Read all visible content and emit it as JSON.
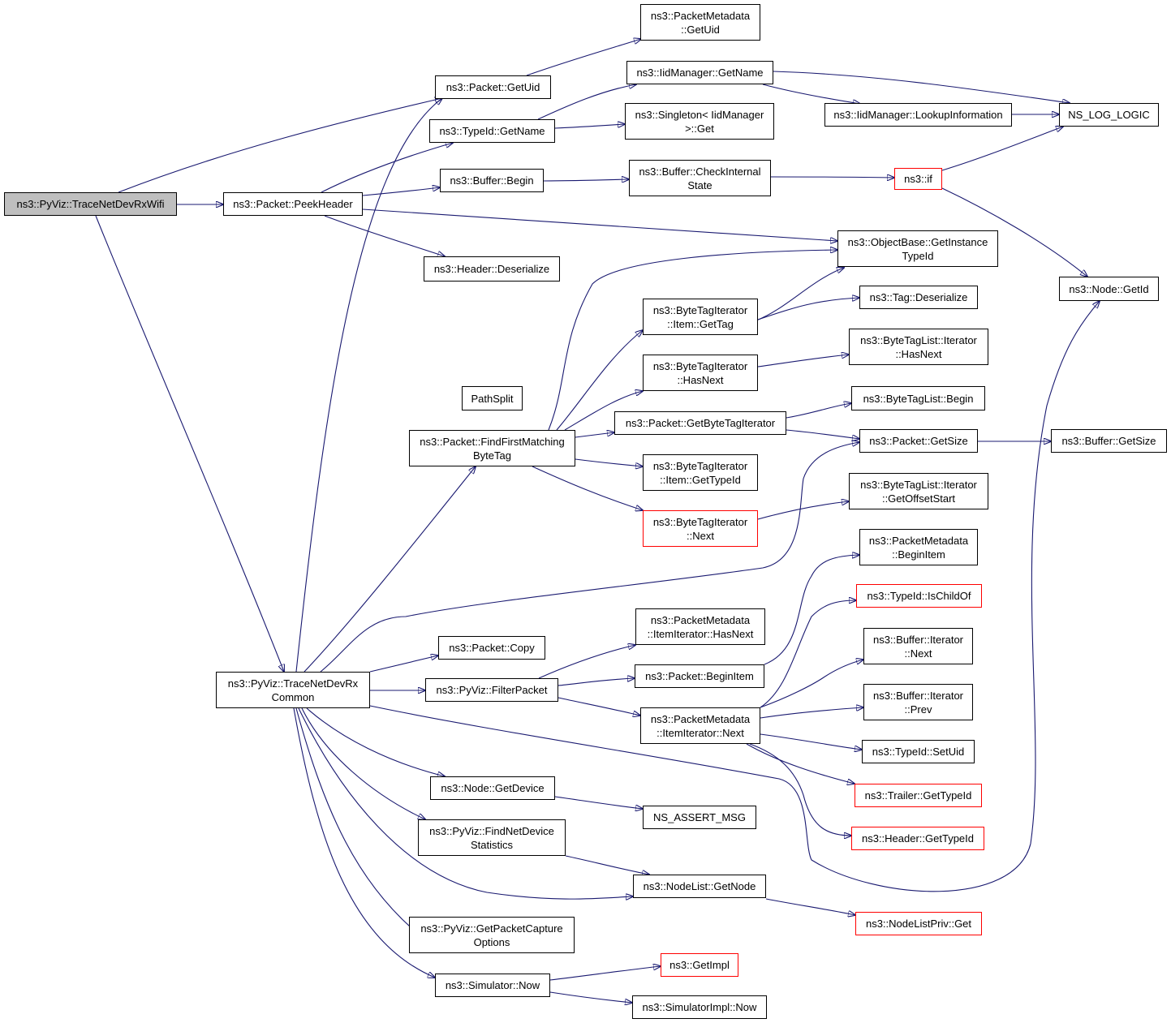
{
  "colors": {
    "edge": "#191970",
    "border": "#000000",
    "truncated_border": "#ff0000",
    "root_fill": "#bfbfbf"
  },
  "nodes": [
    {
      "id": "root",
      "label": "ns3::PyViz::TraceNetDevRxWifi"
    },
    {
      "id": "peek",
      "label": "ns3::Packet::PeekHeader"
    },
    {
      "id": "common",
      "label": "ns3::PyViz::TraceNetDevRx\nCommon"
    },
    {
      "id": "getuid",
      "label": "ns3::Packet::GetUid"
    },
    {
      "id": "pm_getuid",
      "label": "ns3::PacketMetadata\n::GetUid"
    },
    {
      "id": "typeid_getname",
      "label": "ns3::TypeId::GetName"
    },
    {
      "id": "iid_getname",
      "label": "ns3::IidManager::GetName"
    },
    {
      "id": "singleton",
      "label": "ns3::Singleton< IidManager\n>::Get"
    },
    {
      "id": "lookup",
      "label": "ns3::IidManager::LookupInformation"
    },
    {
      "id": "nslog",
      "label": "NS_LOG_LOGIC"
    },
    {
      "id": "buf_begin",
      "label": "ns3::Buffer::Begin"
    },
    {
      "id": "checkinternal",
      "label": "ns3::Buffer::CheckInternal\nState"
    },
    {
      "id": "if",
      "label": "ns3::if"
    },
    {
      "id": "objbase",
      "label": "ns3::ObjectBase::GetInstance\nTypeId"
    },
    {
      "id": "hdr_deser",
      "label": "ns3::Header::Deserialize"
    },
    {
      "id": "node_getid",
      "label": "ns3::Node::GetId"
    },
    {
      "id": "bti_gettag",
      "label": "ns3::ByteTagIterator\n::Item::GetTag"
    },
    {
      "id": "tag_deser",
      "label": "ns3::Tag::Deserialize"
    },
    {
      "id": "bti_hasnext",
      "label": "ns3::ByteTagIterator\n::HasNext"
    },
    {
      "id": "btl_it_hasnext",
      "label": "ns3::ByteTagList::Iterator\n::HasNext"
    },
    {
      "id": "pathsplit",
      "label": "PathSplit"
    },
    {
      "id": "btl_begin",
      "label": "ns3::ByteTagList::Begin"
    },
    {
      "id": "findfirst",
      "label": "ns3::Packet::FindFirstMatching\nByteTag"
    },
    {
      "id": "getbti",
      "label": "ns3::Packet::GetByteTagIterator"
    },
    {
      "id": "pkt_getsize",
      "label": "ns3::Packet::GetSize"
    },
    {
      "id": "buf_getsize",
      "label": "ns3::Buffer::GetSize"
    },
    {
      "id": "bti_gettypeid",
      "label": "ns3::ByteTagIterator\n::Item::GetTypeId"
    },
    {
      "id": "bti_next",
      "label": "ns3::ByteTagIterator\n::Next"
    },
    {
      "id": "btl_it_offset",
      "label": "ns3::ByteTagList::Iterator\n::GetOffsetStart"
    },
    {
      "id": "pm_beginitem",
      "label": "ns3::PacketMetadata\n::BeginItem"
    },
    {
      "id": "ischildof",
      "label": "ns3::TypeId::IsChildOf"
    },
    {
      "id": "pm_ii_hasnext",
      "label": "ns3::PacketMetadata\n::ItemIterator::HasNext"
    },
    {
      "id": "buf_it_next",
      "label": "ns3::Buffer::Iterator\n::Next"
    },
    {
      "id": "pkt_copy",
      "label": "ns3::Packet::Copy"
    },
    {
      "id": "pkt_beginitem",
      "label": "ns3::Packet::BeginItem"
    },
    {
      "id": "filterpacket",
      "label": "ns3::PyViz::FilterPacket"
    },
    {
      "id": "buf_it_prev",
      "label": "ns3::Buffer::Iterator\n::Prev"
    },
    {
      "id": "pm_ii_next",
      "label": "ns3::PacketMetadata\n::ItemIterator::Next"
    },
    {
      "id": "setuid",
      "label": "ns3::TypeId::SetUid"
    },
    {
      "id": "node_getdevice",
      "label": "ns3::Node::GetDevice"
    },
    {
      "id": "trailer_gettypeid",
      "label": "ns3::Trailer::GetTypeId"
    },
    {
      "id": "nsassert",
      "label": "NS_ASSERT_MSG"
    },
    {
      "id": "findnetdev",
      "label": "ns3::PyViz::FindNetDevice\nStatistics"
    },
    {
      "id": "header_gettypeid",
      "label": "ns3::Header::GetTypeId"
    },
    {
      "id": "nodelist_getnode",
      "label": "ns3::NodeList::GetNode"
    },
    {
      "id": "nodelistpriv",
      "label": "ns3::NodeListPriv::Get"
    },
    {
      "id": "getpcap",
      "label": "ns3::PyViz::GetPacketCapture\nOptions"
    },
    {
      "id": "getimpl",
      "label": "ns3::GetImpl"
    },
    {
      "id": "sim_now",
      "label": "ns3::Simulator::Now"
    },
    {
      "id": "simimpl_now",
      "label": "ns3::SimulatorImpl::Now"
    }
  ]
}
